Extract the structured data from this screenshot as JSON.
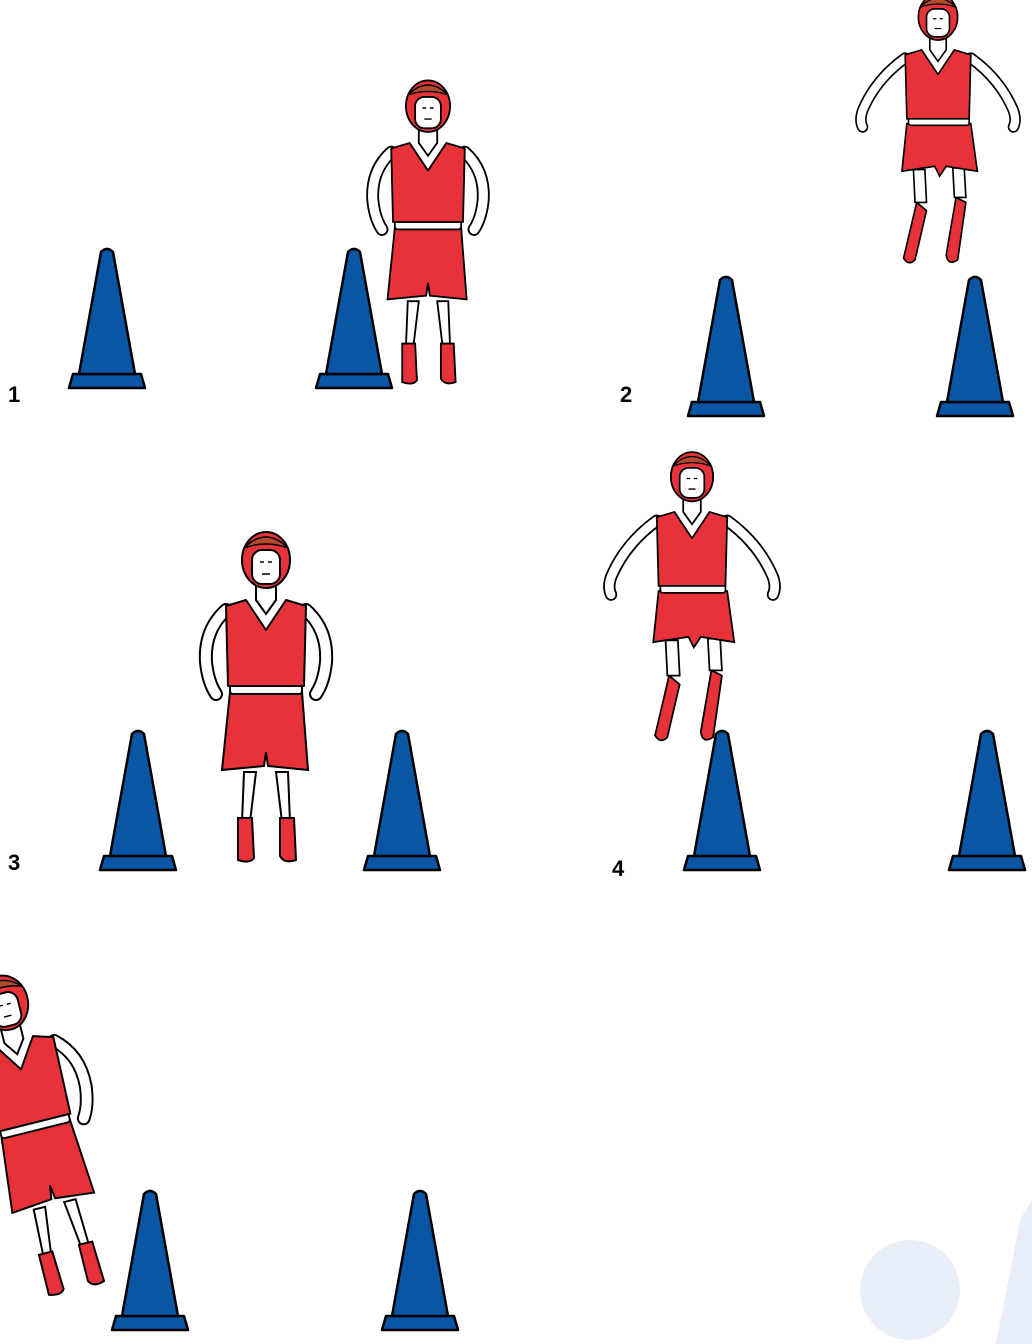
{
  "steps": [
    {
      "number": "1"
    },
    {
      "number": "2"
    },
    {
      "number": "3"
    },
    {
      "number": "4"
    },
    {
      "number": ""
    }
  ],
  "colors": {
    "cone": "#0b56a4",
    "uniform": "#e8323a",
    "headgear_top": "#b14a2d",
    "skin": "#ffffff",
    "outline": "#000000",
    "watermark": "#e8eef7"
  },
  "icons": {
    "cone": "traffic-cone-icon",
    "boxer": "boxer-figure-icon",
    "watermark": "watermark-logo"
  }
}
